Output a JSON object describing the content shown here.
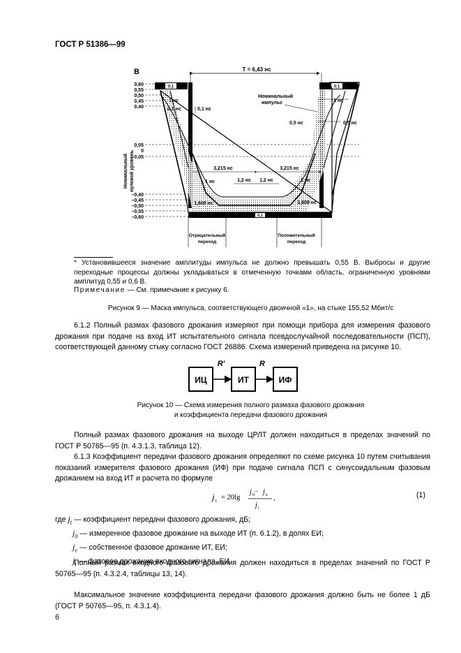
{
  "header": {
    "doc_id": "ГОСТ Р 51386—99"
  },
  "figure9": {
    "y_unit": "В",
    "y_ticks": [
      "0,60",
      "0,55",
      "0,50",
      "0,45",
      "0,40",
      "0,05",
      "0",
      "–0,05",
      "–0,40",
      "–0,45",
      "–0,50",
      "–0,55",
      "–0,60"
    ],
    "y_axis_label_1": "Номинальный",
    "y_axis_label_2": "нулевой уровень",
    "period": "T = 6,43 нс",
    "nominal_pulse_1": "Номинальный",
    "nominal_pulse_2": "импульс",
    "t_left_1ns": "1 нс",
    "t_left_01ns_a": "0,1 нс",
    "t_left_01ns_b": "0,1 нс",
    "t_right_1ns": "1 нс",
    "t_right_05ns_a": "0,5 нс",
    "t_right_05ns_b": "0,5 нс",
    "t_3215_left": "3,215 нс",
    "t_3215_right": "3,215 нс",
    "t_1ns_bl": "1 нс",
    "t_1ns_br": "1 нс",
    "t_12_left": "1,2 нс",
    "t_12_right": "1,2 нс",
    "t_1608_left": "1,608 нс",
    "t_1608_right": "1,608 нс",
    "marker": "0,1",
    "label_neg_1": "Отрицательный",
    "label_neg_2": "переход",
    "label_pos_1": "Положительный",
    "label_pos_2": "переход"
  },
  "footnote": {
    "rule": true,
    "text": "* Установившееся значение амплитуды импульса не должно превышать 0,55 В. Выбросы и другие переходные процессы должны укладываться в отмеченную точками область, ограниченную уровнями амплитуд 0,55 и 0,6 В."
  },
  "note": {
    "label": "Примечание",
    "dash": " — ",
    "text": "См. примечание к рисунку 6."
  },
  "caption9": "Рисунок 9 — Маска импульса, соответствующего двоичной «1», на стыке 155,52 Мбит/с",
  "p_6_1_2": "6.1.2 Полный размах фазового дрожания измеряют при помощи прибора для измерения фазового дрожания при подаче на вход ИТ испытательного сигнала псевдослучайной последовательности (ПСП), соответствующей данному стыку согласно ГОСТ 26886. Схема измерений приведена на рисунке 10.",
  "figure10": {
    "box1": "ИЦ",
    "box2": "ИТ",
    "box3": "ИФ",
    "arrow1": "R'",
    "arrow2": "R"
  },
  "caption10": {
    "line1": "Рисунок 10 — Схема измерения полного размаха фазового дрожания",
    "line2": "и коэффициента передачи фазового дрожания"
  },
  "p_range": "Полный размах фазового дрожания на выходе ЦРЛТ должен находиться в пределах значений по ГОСТ Р 50765—95 (п. 4.3.1.3, таблица 12).",
  "p_6_1_3": "6.1.3 Коэффициент передачи фазового дрожания определяют по схеме рисунка 10 путем считывания показаний измерителя фазового дрожания (ИФ) при подаче сигнала ПСП с синусоидальным фазовым дрожанием на вход ИТ и расчета по формуле",
  "formula": {
    "lhs": "j",
    "lhs_sub": "t",
    "eq": "= 20lg",
    "num_a": "j",
    "num_a_sub": "0",
    "minus": " − ",
    "num_b": "j",
    "num_b_sub": "e",
    "den": "j",
    "den_sub": "i",
    "comma": ","
  },
  "eq_number": "(1)",
  "where": {
    "intro": "где",
    "rows": [
      {
        "sym": "j",
        "sub": "t",
        "text": "— коэффициент передачи фазового дрожания, дБ;"
      },
      {
        "sym": "j",
        "sub": "0",
        "text": "— измеренное фазовое дрожание на выходе ИТ (п. 6.1.2), в долях ЕИ;"
      },
      {
        "sym": "j",
        "sub": "e",
        "text": "— собственное фазовое дрожание ИТ, ЕИ;"
      },
      {
        "sym": "j",
        "sub": "i",
        "text": "— фазовое дрожание входного сигнала, ЕИ."
      }
    ]
  },
  "p_input": "Полный размах входного фазового дрожания должен находиться в пределах значений по ГОСТ Р 50765—95 (п. 4.3.2.4, таблицы 13, 14).",
  "p_max": "Максимальное значение коэффициента передачи фазового дрожания должно быть не более 1 дБ (ГОСТ Р 50765—95, п. 4.3.1.4).",
  "page_number": "6"
}
